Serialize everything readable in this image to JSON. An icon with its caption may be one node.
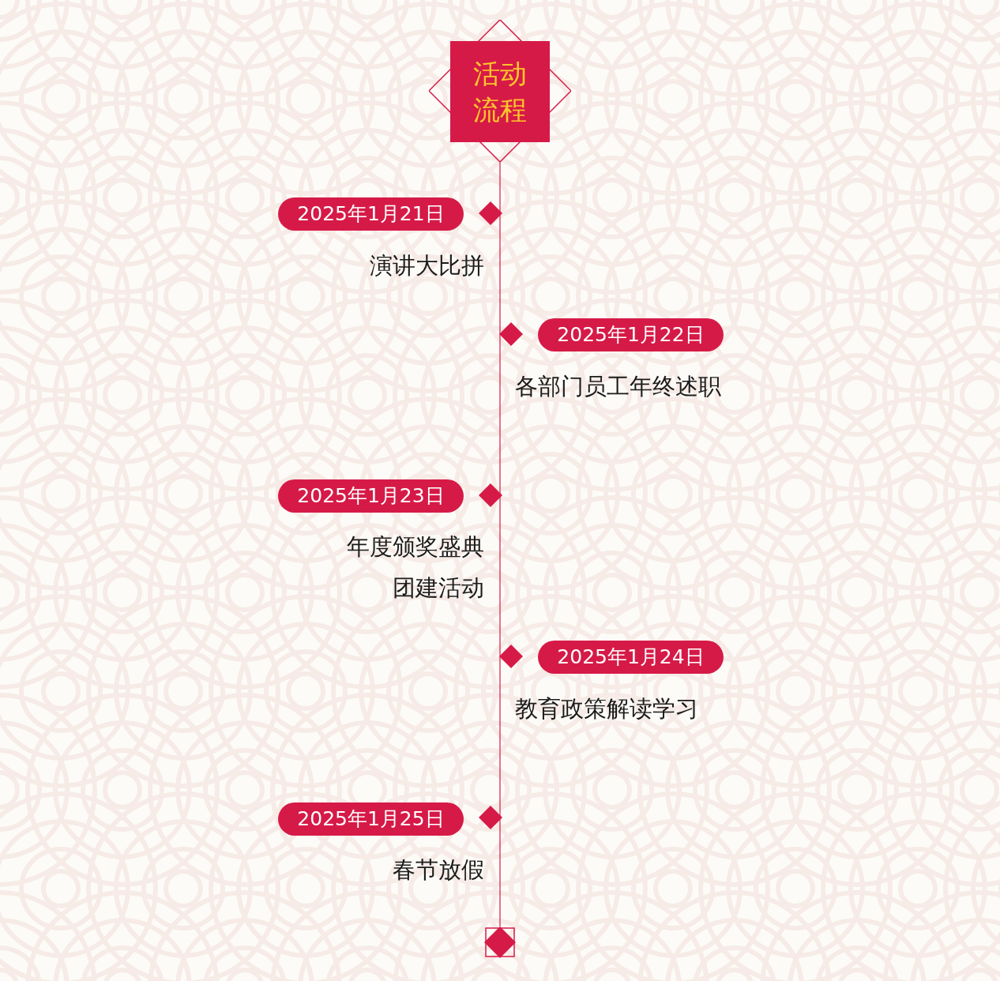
{
  "diagram": {
    "nodes": [
      {
        "text": [
          "活动流程"
        ]
      },
      {
        "text": [],
        "shape": "diamond"
      },
      {
        "text": [
          "2025年1月21日"
        ],
        "beside": [
          "演讲大比拼"
        ]
      },
      {
        "text": [],
        "shape": "diamond"
      },
      {
        "text": [
          "2025年1月22日"
        ],
        "beside": [
          "各部门员工年终述职"
        ]
      },
      {
        "text": [],
        "shape": "diamond"
      },
      {
        "text": [
          "2025年1月23日"
        ],
        "beside": [
          "年度颁奖盛典",
          "团建活动"
        ]
      },
      {
        "text": [],
        "shape": "diamond"
      },
      {
        "text": [
          "2025年1月24日"
        ],
        "beside": [
          "教育政策解读学习"
        ]
      },
      {
        "text": [],
        "shape": "diamond"
      },
      {
        "text": [
          "2025年1月25日"
        ],
        "beside": [
          "春节放假"
        ]
      },
      {
        "text": [],
        "shape": "diamond"
      }
    ],
    "edges": [
      {
        "from": 0,
        "to": 1,
        "arrow": "none"
      },
      {
        "from": 1,
        "to": 3,
        "arrow": "none"
      },
      {
        "from": 3,
        "to": 5,
        "arrow": "none"
      },
      {
        "from": 5,
        "to": 7,
        "arrow": "none"
      },
      {
        "from": 7,
        "to": 9,
        "arrow": "none"
      },
      {
        "from": 9,
        "to": 11,
        "arrow": "none"
      }
    ]
  }
}
